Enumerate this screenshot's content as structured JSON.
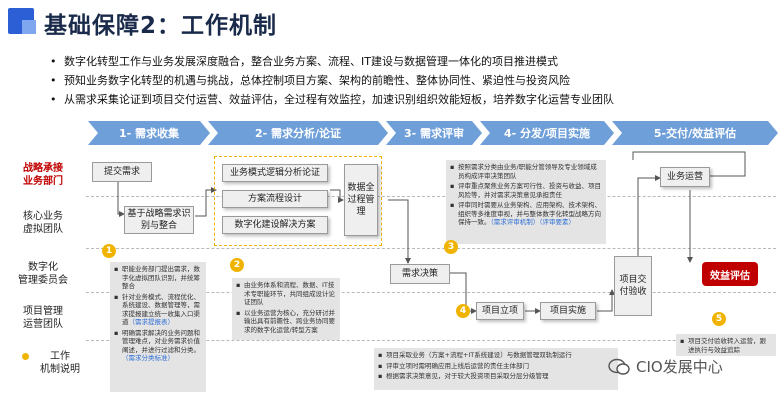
{
  "title": "基础保障2：工作机制",
  "bullets": [
    "数字化转型工作与业务发展深度融合，整合业务方案、流程、IT建设与数据管理一体化的项目推进模式",
    "预知业务数字化转型的机遇与挑战，总体控制项目方案、架构的前瞻性、整体协同性、紧迫性与投资风险",
    "从需求采集论证到项目交付运营、效益评估，全过程有效监控，加速识别组织效能短板，培养数字化运营专业团队"
  ],
  "stages": [
    "1- 需求收集",
    "2- 需求分析/论证",
    "3- 需求评审",
    "4- 分发/项目实施",
    "5-交付/效益评估"
  ],
  "lanes": [
    {
      "line1": "战略承接",
      "line2": "业务部门"
    },
    {
      "line1": "核心业务",
      "line2": "虚拟团队"
    },
    {
      "line1": "数字化",
      "line2": "管理委员会"
    },
    {
      "line1": "项目管理",
      "line2": "运营团队"
    },
    {
      "line1": "工作",
      "line2": "机制说明"
    }
  ],
  "boxes": {
    "submit": "提交需求",
    "identify": "基于战略需求识别与整合",
    "logic": "业务模式逻辑分析论证",
    "process": "方案流程设计",
    "digital": "数字化建设解决方案",
    "data_gov": "数据全过程管理",
    "decision": "需求决策",
    "setup": "项目立项",
    "implement": "项目实施",
    "deliver": "项目交付验收",
    "operate": "业务运营",
    "evaluate": "效益评估"
  },
  "notes": {
    "n1": [
      "职能业务部门提出需求，数字化虚拟团队识别，并统筹整合",
      "针对业务模式、流程优化、系统建设、数据管理等，需求提报建立统一收集入口渠道",
      "明确需求解决的业务问题和管理难点，对业务需求价值阐述，并进行过滤和分类。"
    ],
    "n1_links": [
      "（需求提报表）",
      "（需求分类标准）"
    ],
    "n2": [
      "由业务体系和流程、数据、IT技术专职能环节，共同组成设计论证团队",
      "以业务运营为核心，充分研讨并输出具有前瞻性、跨业务协同要求的数字化运营/转型方案"
    ],
    "n3": [
      "按照需求分类由业务/职能分管领导及专业领域成员构成评审决策团队",
      "评审重点聚焦业务方案可行性、投资与收益、项目风险等，并对需求决策意见承担责任",
      "评审同时需要从业务架构、应用架构、技术架构、组织等多维度审视，并与整体数字化转型战略方向保持一致。"
    ],
    "n3_links": [
      "（需求评审机制）",
      "（评审要素）"
    ],
    "n4": [
      "项目采取业务（方案+流程+IT系统建设）与数据管理双轨制运行",
      "评审立项时需明确应用上线后运营的责任主体部门",
      "根据需求决策意见，对于较大投资项目采取分层分级管理"
    ],
    "n5": [
      "项目交付验收转入运营，跟进执行与效益追踪"
    ]
  },
  "markers": [
    "1",
    "2",
    "3",
    "4",
    "5"
  ],
  "watermark": "CIO发展中心"
}
